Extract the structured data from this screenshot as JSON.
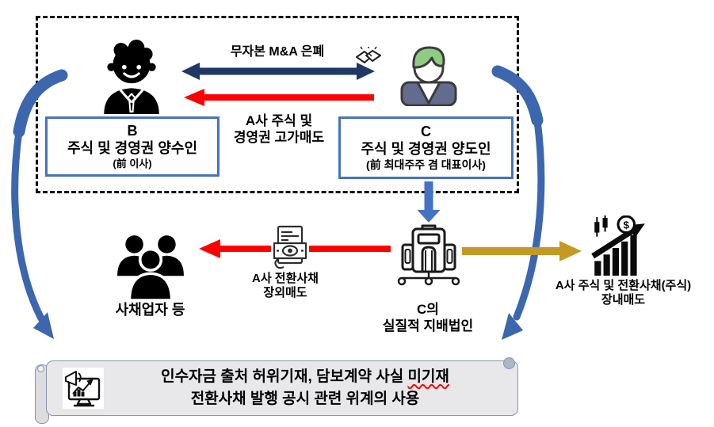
{
  "colors": {
    "navy_arrow": "#1F3864",
    "red_arrow": "#FF0000",
    "gold_arrow": "#C49A24",
    "blue_arrow": "#4472C4",
    "curved_arrow": "#3C66AE",
    "box_border": "#4472C4",
    "banner_fill": "#E8E7EA",
    "banner_border": "#8496B0",
    "seller_hair": "#8FCC82",
    "seller_shirt": "#636B8F"
  },
  "top_section": {
    "ma_arrow_label": "무자본 M&A 은폐",
    "sale_arrow_label_line1": "A사 주식 및",
    "sale_arrow_label_line2": "경영권 고가매도",
    "buyer_box": {
      "title": "B",
      "subtitle": "주식 및 경영권 양수인",
      "note": "(前 이사)"
    },
    "seller_box": {
      "title": "C",
      "subtitle": "주식 및 경영권 양도인",
      "note": "(前 최대주주 겸 대표이사)"
    }
  },
  "middle_section": {
    "lenders_label": "사채업자 등",
    "otc_sale_label_line1": "A사 전환사채",
    "otc_sale_label_line2": "장외매도",
    "spc_label_line1": "C의",
    "spc_label_line2": "실질적 지배법인",
    "market_sale_label_line1": "A사 주식 및 전환사채(주식)",
    "market_sale_label_line2": "장내매도"
  },
  "banner": {
    "line1_prefix": "인수자금 출처 허위기재, 담보계약 사실 ",
    "line1_misspelled": "미기재",
    "line2": "전환사채 발행 공시 관련 위계의 사용"
  },
  "icons": {
    "buyer": "businessman-icon",
    "seller": "green-hair-person-icon",
    "handshake": "handshake-icon",
    "lenders": "people-group-icon",
    "bond": "bond-contract-money-icon",
    "holding": "briefcase-orgchart-icon",
    "market": "stock-chart-dollar-icon",
    "disclosure": "monitor-announcement-icon"
  }
}
